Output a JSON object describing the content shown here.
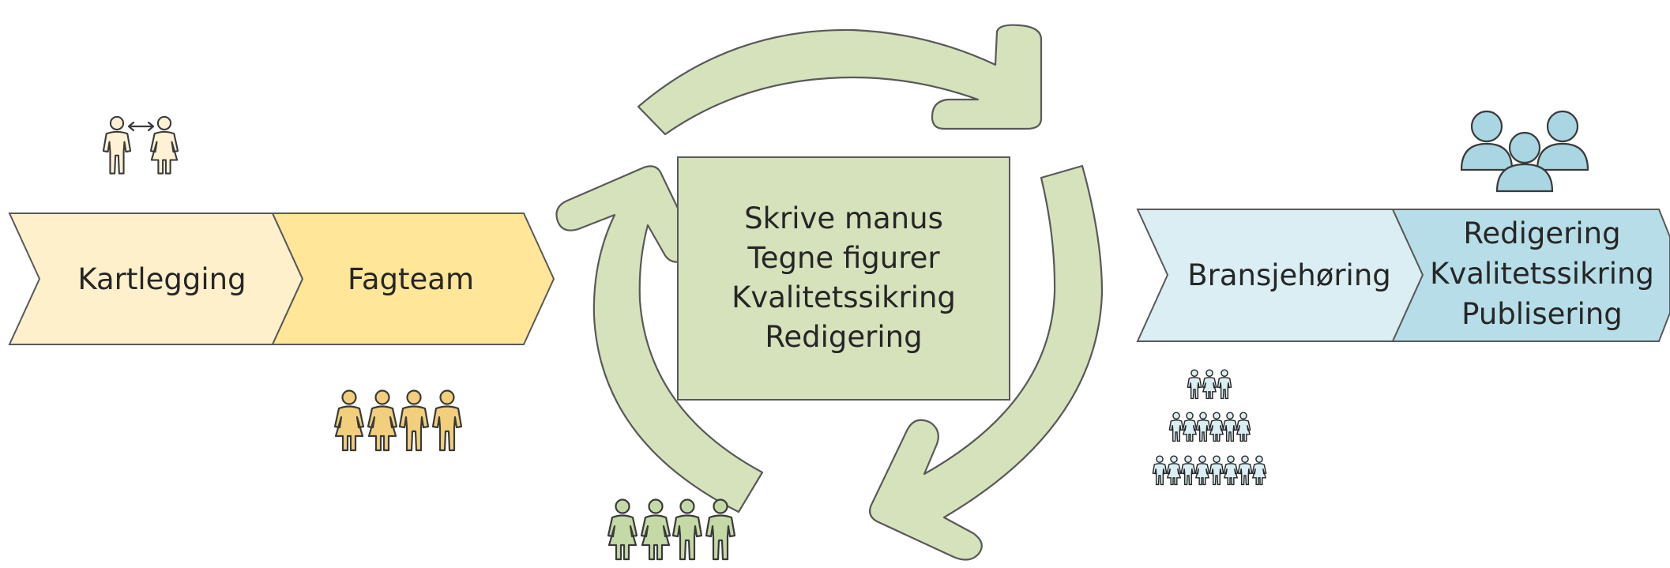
{
  "left_process": {
    "step1": "Kartlegging",
    "step2": "Fagteam"
  },
  "center_box": {
    "lines": [
      "Skrive manus",
      "Tegne figurer",
      "Kvalitetssikring",
      "Redigering"
    ]
  },
  "right_process": {
    "step1": "Bransjehøring",
    "step2_lines": [
      "Redigering",
      "Kvalitetssikring",
      "Publisering"
    ]
  },
  "colors": {
    "kartlegging_fill": "#FFF0CC",
    "fagteam_fill": "#FFE699",
    "cycle_fill": "#D5E2BC",
    "bransje_fill": "#DAEEF3",
    "publisering_fill": "#B7DEE8",
    "outline": "#595959"
  },
  "icons": {
    "pair": "people-pair-icon",
    "fagteam": "group-of-four-icon",
    "cycle_team": "group-of-four-icon",
    "audience": "crowd-icon",
    "users": "users-icon"
  }
}
